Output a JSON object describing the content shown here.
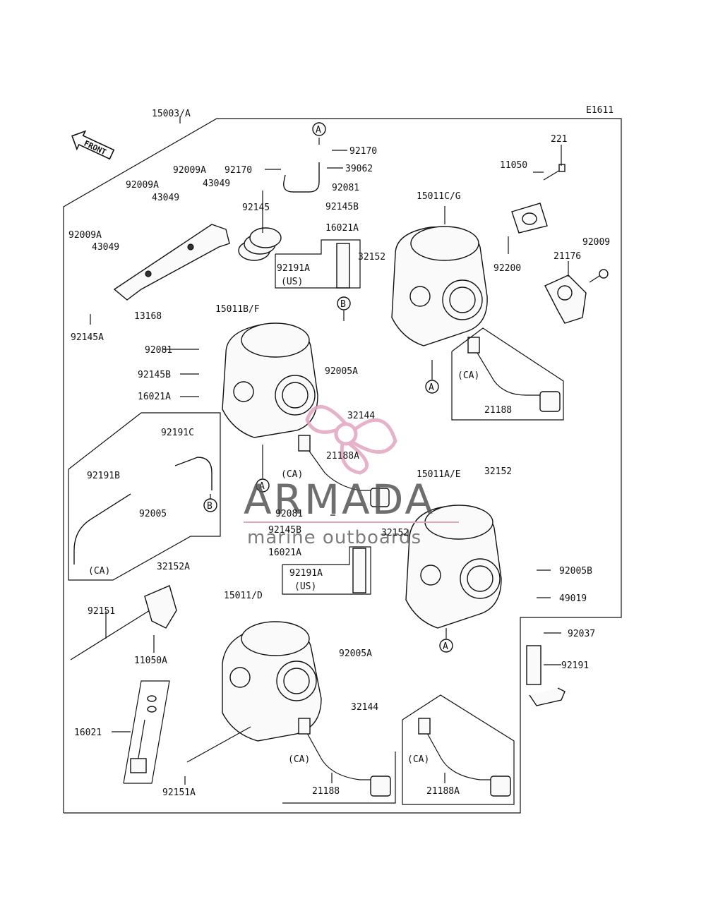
{
  "diagram_code": "E1611",
  "front_arrow": "FRONT",
  "watermark": {
    "brand": "ARMADA",
    "tagline": "marine outboards",
    "color": "#e2a5c0"
  },
  "callouts": {
    "c15003A": "15003/A",
    "c92009A_1": "92009A",
    "c92009A_2": "92009A",
    "c92009A_3": "92009A",
    "c43049_1": "43049",
    "c43049_2": "43049",
    "c43049_3": "43049",
    "c92170_1": "92170",
    "c92170_2": "92170",
    "c39062": "39062",
    "c92081_1": "92081",
    "c92145B_1": "92145B",
    "c16021A_1": "16021A",
    "c15011CG": "15011C/G",
    "c221": "221",
    "c11050": "11050",
    "c92009": "92009",
    "c92145": "92145",
    "c92191A_1": "92191A",
    "us_1": "(US)",
    "c32152_1": "32152",
    "c92200": "92200",
    "c21176": "21176",
    "c92145A": "92145A",
    "c13168": "13168",
    "c15011BF": "15011B/F",
    "c92081_2": "92081",
    "c92145B_2": "92145B",
    "c16021A_2": "16021A",
    "c92005A_1": "92005A",
    "ca_1": "(CA)",
    "c21188_1": "21188",
    "c32144_1": "32144",
    "c21188A_1": "21188A",
    "c92191C": "92191C",
    "c92191B": "92191B",
    "c92005": "92005",
    "ca_2": "(CA)",
    "ca_3": "(CA)",
    "c15011AE": "15011A/E",
    "c32152_2": "32152",
    "c92081_3": "92081",
    "c32152_3": "32152",
    "c92145B_3": "92145B",
    "c16021A_3": "16021A",
    "c92191A_2": "92191A",
    "us_2": "(US)",
    "c92005B": "92005B",
    "c32152A": "32152A",
    "c49019": "49019",
    "c15011D": "15011/D",
    "c92151": "92151",
    "c92037": "92037",
    "c11050A": "11050A",
    "c92005A_2": "92005A",
    "c92191": "92191",
    "c32144_2": "32144",
    "c16021": "16021",
    "ca_4": "(CA)",
    "ca_5": "(CA)",
    "c92151A": "92151A",
    "c21188_2": "21188",
    "c21188A_2": "21188A"
  },
  "markers": {
    "A": "A",
    "B": "B"
  }
}
